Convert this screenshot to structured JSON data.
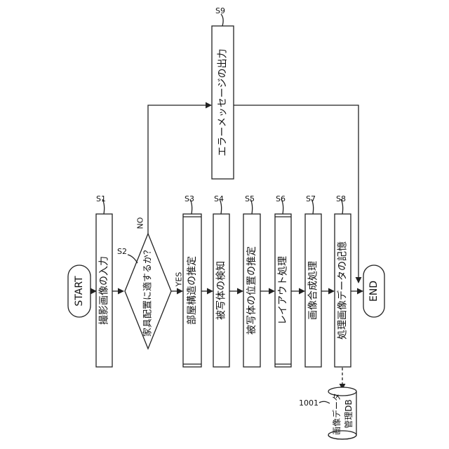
{
  "flowchart": {
    "start": "START",
    "end": "END",
    "steps": {
      "s1": {
        "label": "S1",
        "text": "撮影画像の入力"
      },
      "s2": {
        "label": "S2",
        "text": "家具配置に適するか？",
        "yes": "YES",
        "no": "NO"
      },
      "s3": {
        "label": "S3",
        "text": "部屋構造の推定"
      },
      "s4": {
        "label": "S4",
        "text": "被写体の検知"
      },
      "s5": {
        "label": "S5",
        "text": "被写体の位置の推定"
      },
      "s6": {
        "label": "S6",
        "text": "レイアウト処理"
      },
      "s7": {
        "label": "S7",
        "text": "画像合成処理"
      },
      "s8": {
        "label": "S8",
        "text": "処理画像データの記憶"
      },
      "s9": {
        "label": "S9",
        "text": "エラーメッセージの出力"
      }
    },
    "database": {
      "label": "1001",
      "line1": "画像データ",
      "line2": "管理DB"
    }
  }
}
